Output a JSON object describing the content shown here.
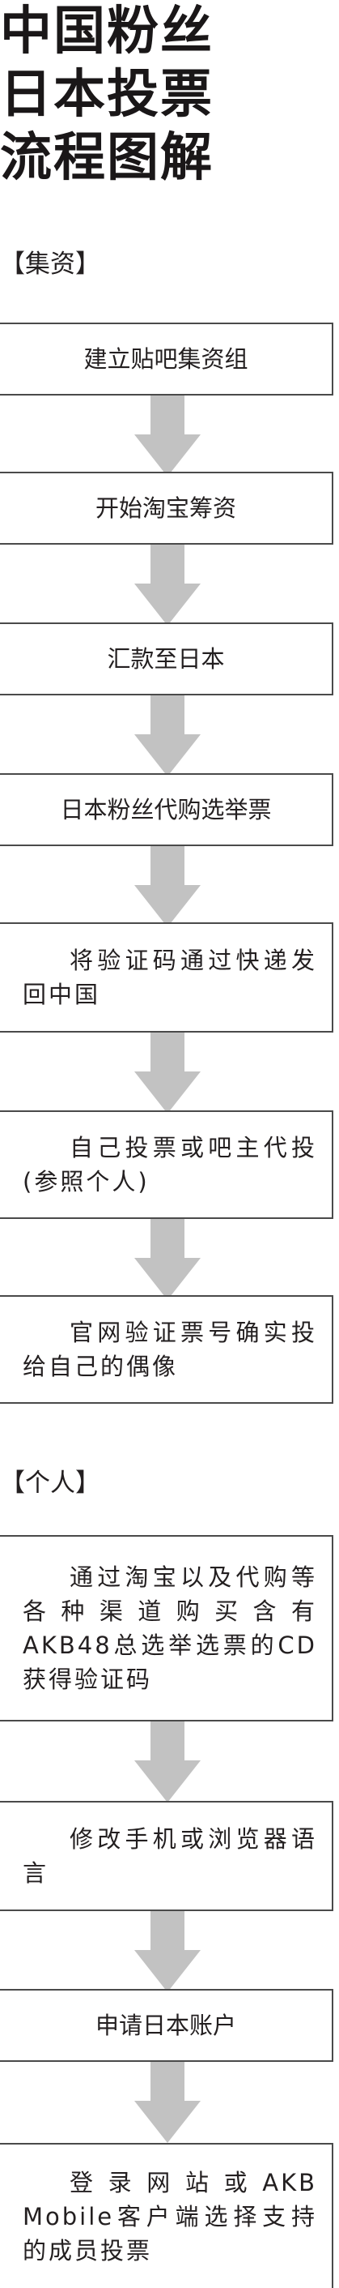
{
  "title": {
    "line1": "中国粉丝",
    "line2": "日本投票",
    "line3": "流程图解"
  },
  "sections": {
    "fundraise": {
      "label": "【集资】",
      "steps": [
        "建立贴吧集资组",
        "开始淘宝筹资",
        "汇款至日本",
        "日本粉丝代购选举票",
        "将验证码通过快递发回中国",
        "自己投票或吧主代投(参照个人)",
        "官网验证票号确实投给自己的偶像"
      ]
    },
    "individual": {
      "label": "【个人】",
      "steps": [
        "通过淘宝以及代购等各种渠道购买含有AKB48总选举选票的CD获得验证码",
        "修改手机或浏览器语言",
        "申请日本账户",
        "登录网站或AKB Mobile客户端选择支持的成员投票"
      ]
    }
  },
  "colors": {
    "arrow": "#c2c2c2",
    "border": "#4a4a4a",
    "text": "#231f20"
  },
  "icons": {
    "flow_arrow": "down-arrow-icon"
  }
}
